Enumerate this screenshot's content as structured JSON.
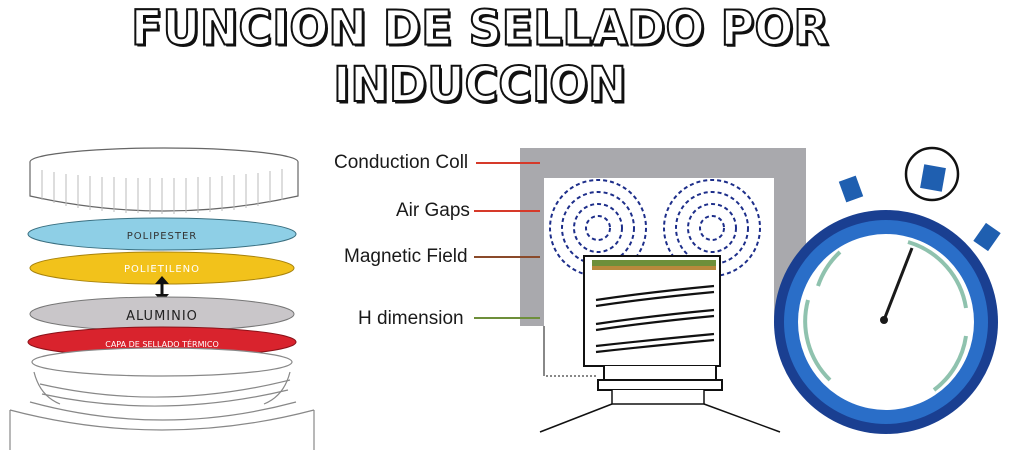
{
  "title": "FUNCION DE SELLADO POR INDUCCION",
  "layers": {
    "polyester": "POLIPESTER",
    "polyethylene": "POLIETILENO",
    "aluminum": "ALUMINIO",
    "heat_seal": "CAPA DE SELLADO TÉRMICO"
  },
  "labels": {
    "conduction_coil": "Conduction Coll",
    "air_gaps": "Air Gaps",
    "magnetic_field": "Magnetic Field",
    "h_dimension": "H dimension"
  },
  "colors": {
    "polyester": "#8ecfe6",
    "polyethylene": "#f2c21b",
    "aluminum": "#c9c6c9",
    "heat_seal": "#d9232d",
    "coil_gray": "#a9a9ad",
    "field_blue": "#1d2e8a",
    "pointer_red": "#d63a2a",
    "stopwatch_blue": "#1f5fb0"
  }
}
